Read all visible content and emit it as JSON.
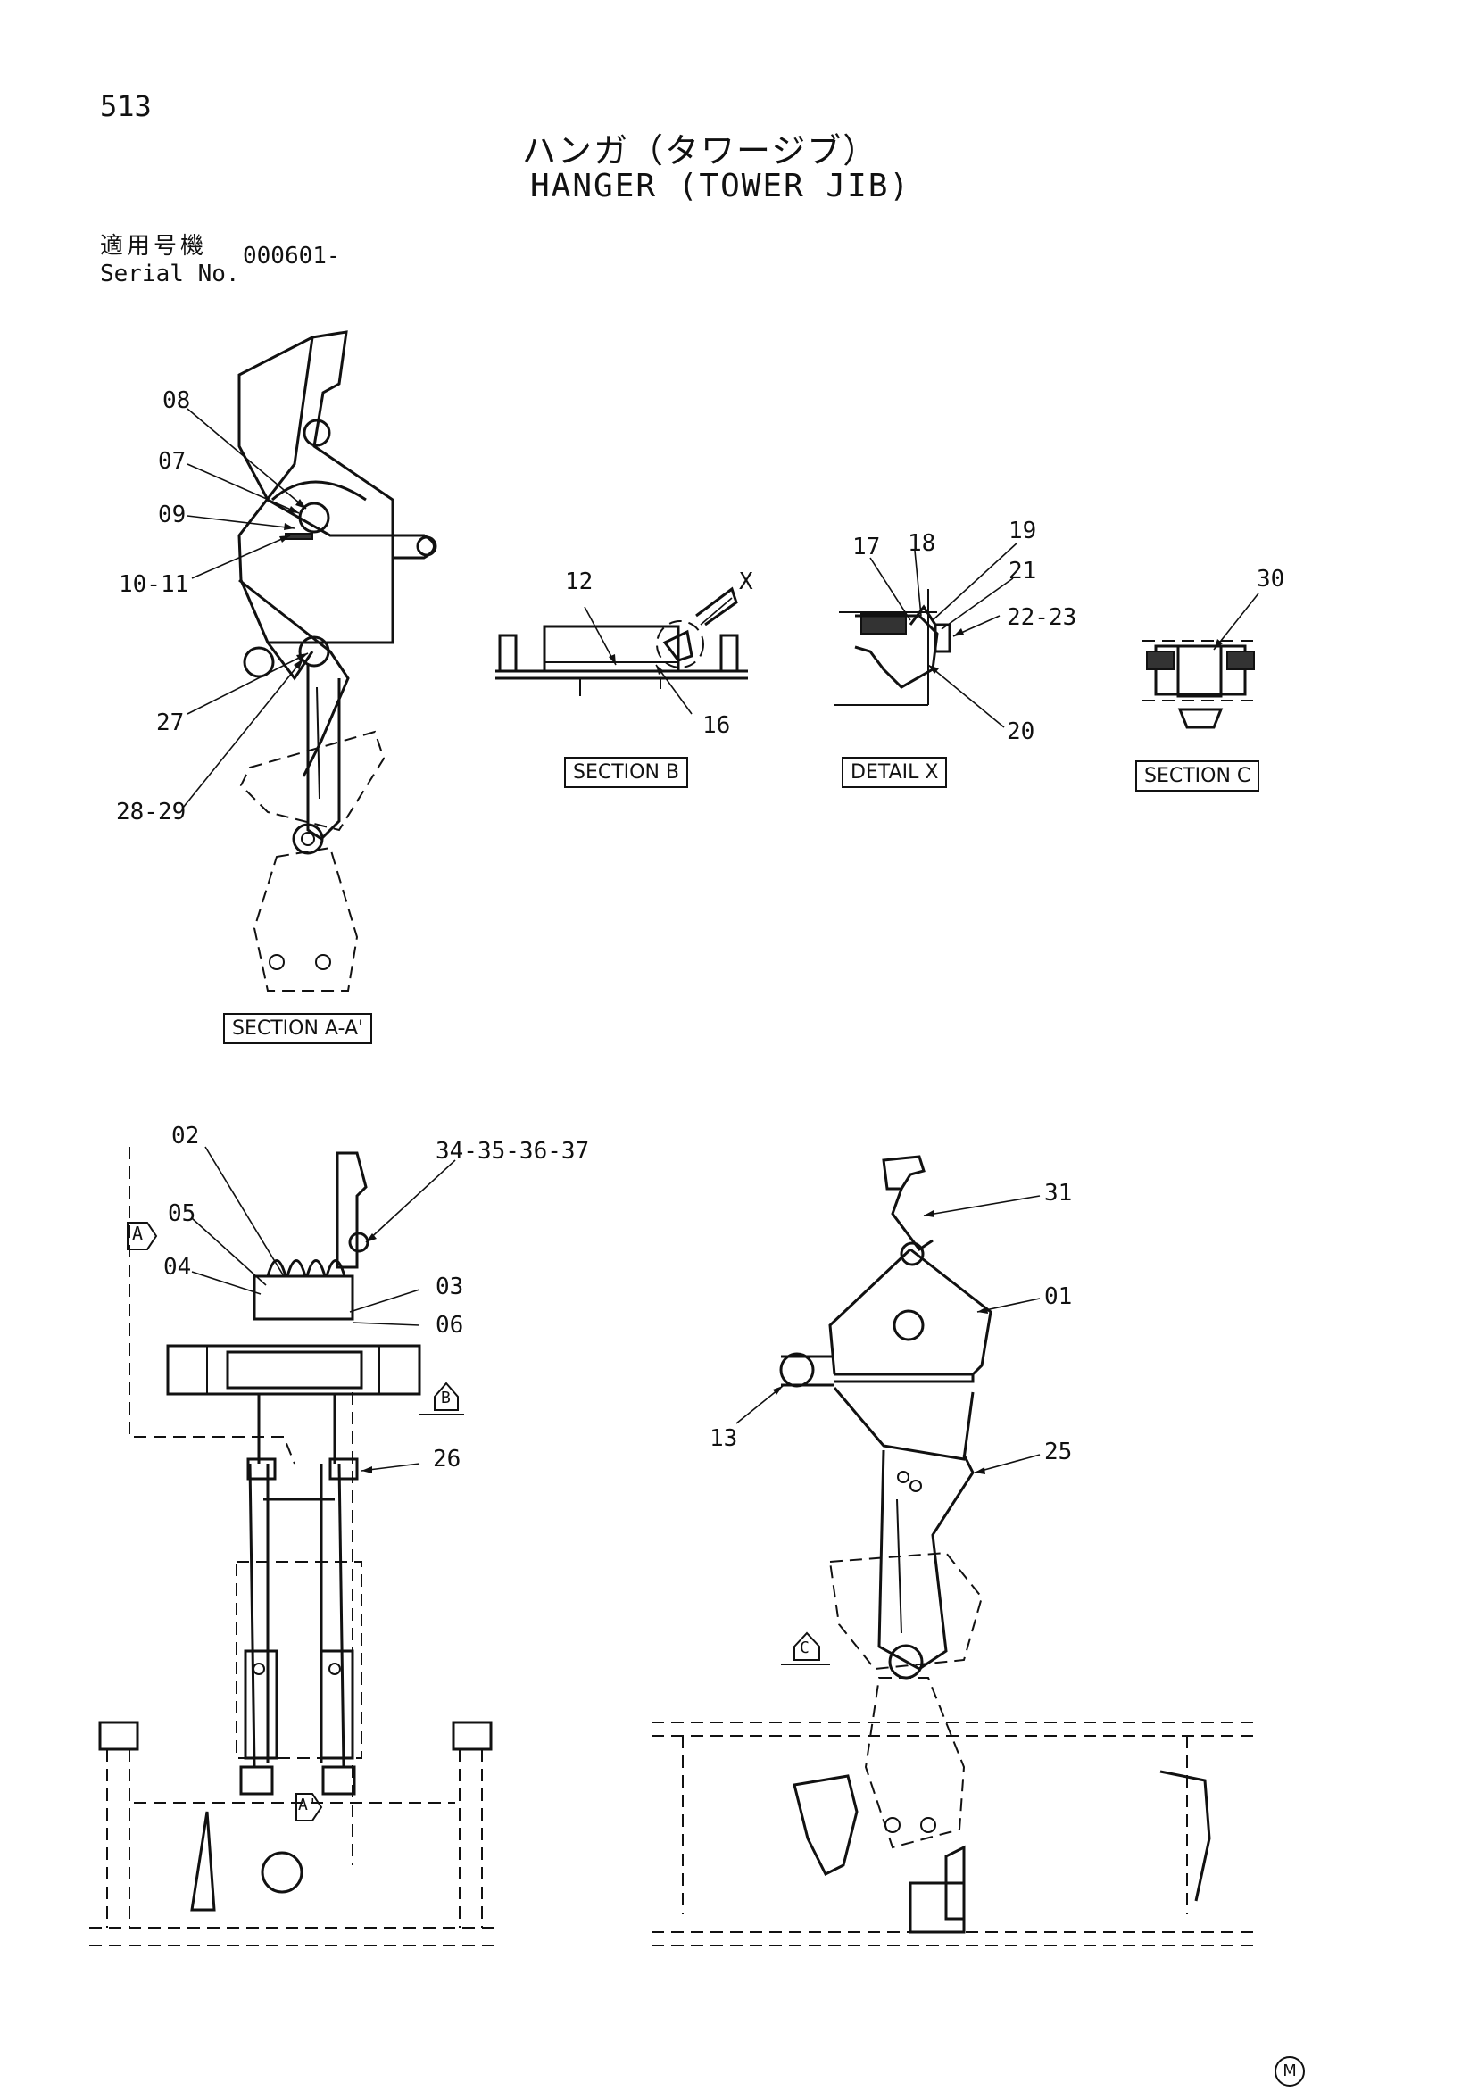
{
  "page_number": "513",
  "title_ja": "ハンガ（タワージブ）",
  "title_en": "HANGER (TOWER JIB)",
  "serial": {
    "label_ja": "適用号機",
    "label_en": "Serial No.",
    "value": "000601-"
  },
  "views": {
    "section_aa": "SECTION A-A'",
    "section_b": "SECTION B",
    "detail_x": "DETAIL X",
    "section_c": "SECTION C"
  },
  "view_markers": {
    "a": "A",
    "a_prime": "A'",
    "b": "B",
    "c": "C",
    "x": "X"
  },
  "part_labels": {
    "p08": "08",
    "p07": "07",
    "p09": "09",
    "p10_11": "10-11",
    "p27": "27",
    "p28_29": "28-29",
    "p12": "12",
    "p16": "16",
    "p17": "17",
    "p18": "18",
    "p19": "19",
    "p21": "21",
    "p22_23": "22-23",
    "p20": "20",
    "p30": "30",
    "p02": "02",
    "p34_37": "34-35-36-37",
    "p05": "05",
    "p04": "04",
    "p03": "03",
    "p06": "06",
    "p26": "26",
    "p31": "31",
    "p01": "01",
    "p13": "13",
    "p25": "25"
  },
  "corner_mark": "M"
}
